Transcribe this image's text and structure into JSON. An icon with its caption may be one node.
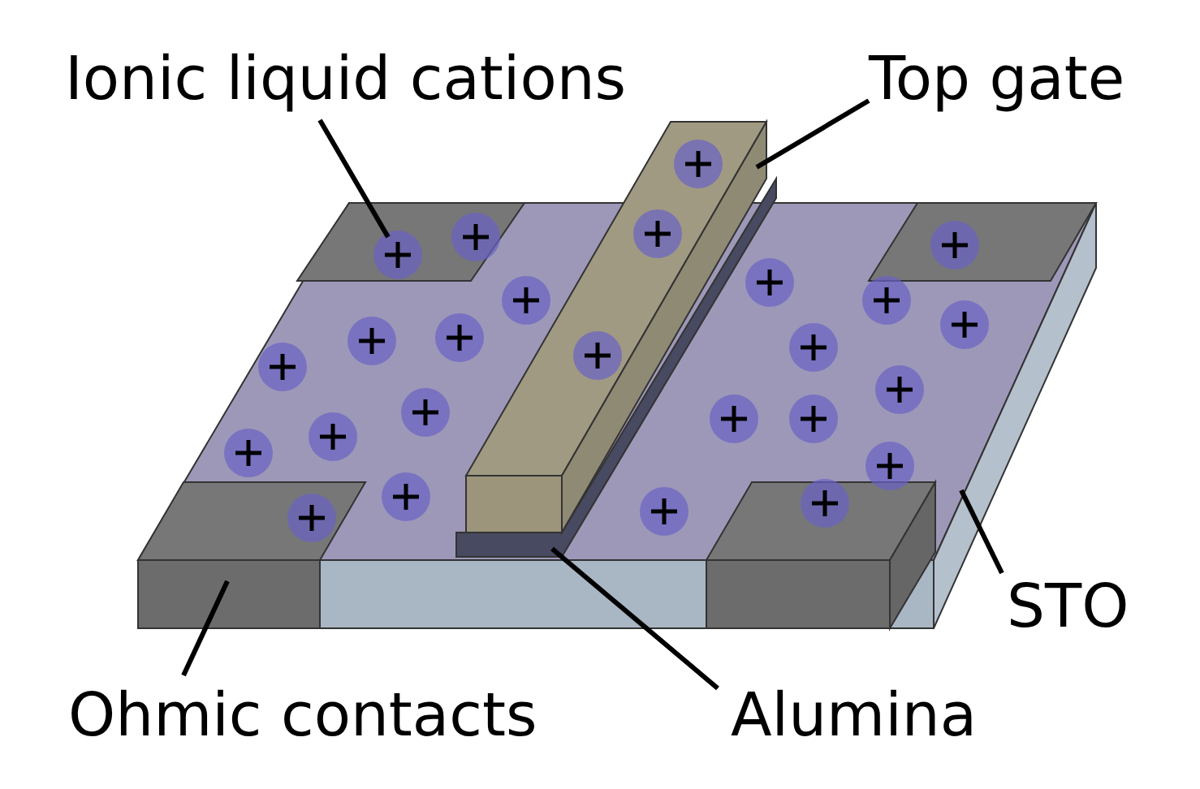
{
  "diagram": {
    "nodes": [
      {
        "text": [
          "Ionic liquid cations"
        ]
      },
      {
        "text": [],
        "shape": "circle",
        "in": 9
      },
      {
        "text": [
          "Top gate"
        ]
      },
      {
        "text": [],
        "shape": "box"
      },
      {
        "text": [
          "Ohmic contacts"
        ]
      },
      {
        "text": [],
        "shape": "box",
        "in": 9
      },
      {
        "text": [
          "Alumina"
        ]
      },
      {
        "text": [],
        "shape": "bar",
        "in": 9
      },
      {
        "text": [
          "STO"
        ]
      },
      {
        "text": [],
        "shape": "box"
      }
    ],
    "edges": [
      {
        "from": 0,
        "to": 1,
        "arrow": "none"
      },
      {
        "from": 2,
        "to": 3,
        "arrow": "none"
      },
      {
        "from": 4,
        "to": 5,
        "arrow": "none"
      },
      {
        "from": 6,
        "to": 7,
        "arrow": "none"
      },
      {
        "from": 8,
        "to": 9,
        "arrow": "none"
      }
    ]
  }
}
